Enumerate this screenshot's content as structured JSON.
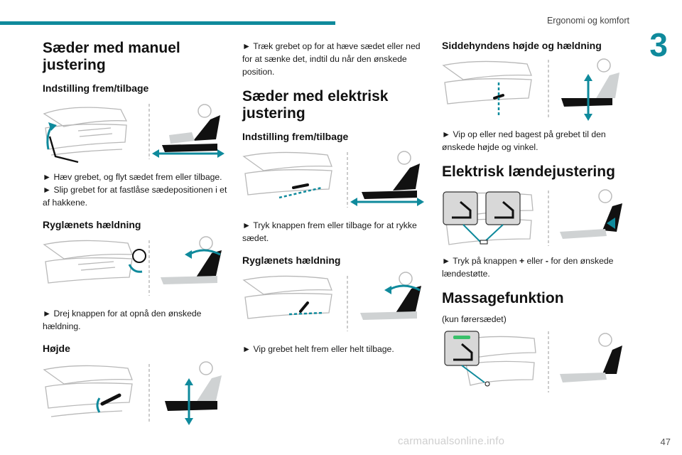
{
  "header": {
    "title": "Ergonomi og komfort",
    "chapter": "3",
    "page": "47"
  },
  "watermark": "carmanualsonline.info",
  "col1": {
    "title": "Sæder med manuel justering",
    "s1": {
      "title": "Indstilling frem/tilbage",
      "lines": [
        "► Hæv grebet, og flyt sædet frem eller tilbage.",
        "► Slip grebet for at fastlåse sædepositionen i et af hakkene."
      ]
    },
    "s2": {
      "title": "Ryglænets hældning",
      "text": "► Drej knappen for at opnå den ønskede hældning."
    },
    "s3": {
      "title": "Højde"
    }
  },
  "col2": {
    "intro": "► Træk grebet op for at hæve sædet eller ned for at sænke det, indtil du når den ønskede position.",
    "title": "Sæder med elektrisk justering",
    "s1": {
      "title": "Indstilling frem/tilbage",
      "text": "► Tryk knappen frem eller tilbage for at rykke sædet."
    },
    "s2": {
      "title": "Ryglænets hældning",
      "text": "► Vip grebet helt frem eller helt tilbage."
    }
  },
  "col3": {
    "s1": {
      "title": "Siddehyndens højde og hældning",
      "text": "► Vip op eller ned bagest på grebet til den ønskede højde og vinkel."
    },
    "s2": {
      "title": "Elektrisk lændejustering",
      "text_a": "► Tryk på knappen ",
      "plus": "+",
      "text_b": " eller ",
      "minus": "-",
      "text_c": " for den ønskede lændestøtte."
    },
    "s3": {
      "title": "Massagefunktion",
      "note": "(kun førersædet)"
    }
  },
  "colors": {
    "accent": "#0f8a9c",
    "seat_line": "#b8b8b8",
    "figure_fill": "#cfd2d3",
    "figure_dark": "#111111"
  },
  "icons": [
    "seat-detail-illustration",
    "seated-person-icon",
    "lumbar-button-icon",
    "massage-button-icon"
  ]
}
